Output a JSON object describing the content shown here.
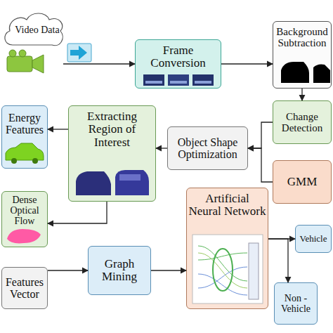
{
  "diagram": {
    "nodes": [
      {
        "text": [
          "Video Data"
        ]
      },
      {
        "text": [
          "Frame Conversion"
        ]
      },
      {
        "text": [
          "Background Subtraction"
        ]
      },
      {
        "text": [
          "Change Detection"
        ]
      },
      {
        "text": [
          "GMM"
        ]
      },
      {
        "text": [
          "Object Shape Optimization"
        ]
      },
      {
        "text": [
          "Extracting Region of Interest"
        ]
      },
      {
        "text": [
          "Energy Features"
        ]
      },
      {
        "text": [
          "Dense Optical Flow"
        ]
      },
      {
        "text": [
          "Features Vector"
        ]
      },
      {
        "text": [
          "Graph Mining"
        ]
      },
      {
        "text": [
          "Artificial Neural Network"
        ]
      },
      {
        "text": [
          "Vehicle"
        ]
      },
      {
        "text": [
          "Non - Vehicle"
        ]
      }
    ],
    "edges": [
      {
        "from": 0,
        "to": 1,
        "arrow": "to"
      },
      {
        "from": 1,
        "to": 2,
        "arrow": "to"
      },
      {
        "from": 2,
        "to": 3,
        "arrow": "to"
      },
      {
        "from": 3,
        "to": 5,
        "arrow": "to"
      },
      {
        "from": 4,
        "to": 5,
        "arrow": "to"
      },
      {
        "from": 5,
        "to": 6,
        "arrow": "to"
      },
      {
        "from": 6,
        "to": 7,
        "arrow": "to"
      },
      {
        "from": 6,
        "to": 8,
        "arrow": "to"
      },
      {
        "from": 9,
        "to": 10,
        "arrow": "to"
      },
      {
        "from": 10,
        "to": 11,
        "arrow": "to"
      },
      {
        "from": 11,
        "to": 12,
        "arrow": "to"
      },
      {
        "from": 11,
        "to": 13,
        "arrow": "to"
      }
    ]
  }
}
